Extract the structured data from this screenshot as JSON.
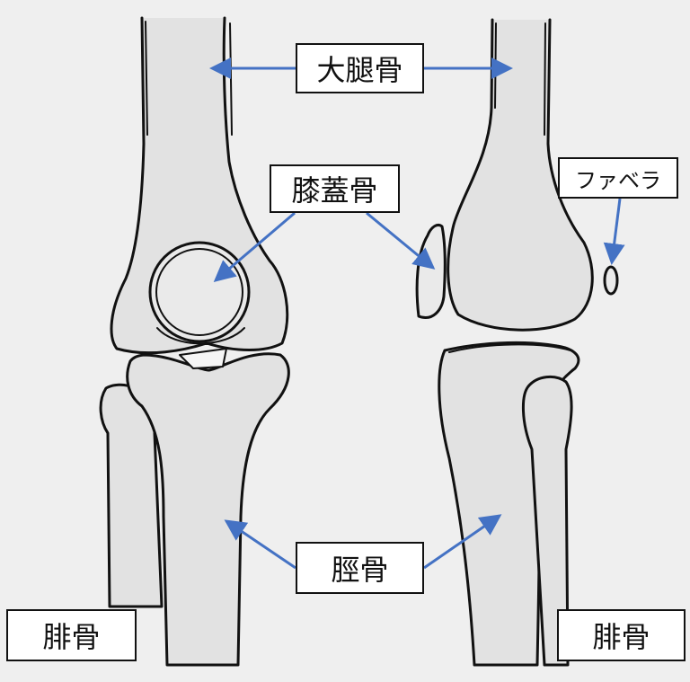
{
  "labels": {
    "femur": "大腿骨",
    "patella": "膝蓋骨",
    "fabella": "ファベラ",
    "tibia": "脛骨",
    "fibula_left": "腓骨",
    "fibula_right": "腓骨"
  },
  "colors": {
    "arrow": "#4472c4",
    "outline": "#111111",
    "bone_fill": "#e2e2e2",
    "background": "#efefef"
  }
}
